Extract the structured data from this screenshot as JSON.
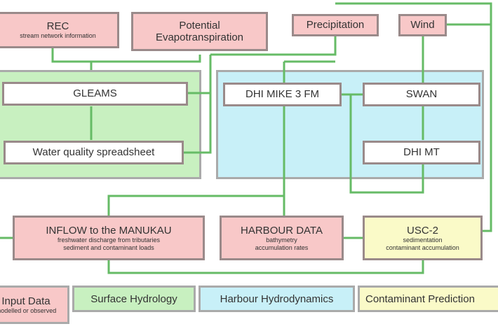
{
  "inputs": {
    "rec": {
      "title": "REC",
      "sub": "stream network information"
    },
    "pet": {
      "title": "Potential",
      "title2": "Evapotranspiration"
    },
    "precip": {
      "title": "Precipitation"
    },
    "wind": {
      "title": "Wind"
    }
  },
  "surface": {
    "gleams": "GLEAMS",
    "wqs": "Water quality spreadsheet"
  },
  "harbour": {
    "mike": "DHI MIKE 3 FM",
    "swan": "SWAN",
    "mt": "DHI MT"
  },
  "bottom": {
    "inflow": {
      "title": "INFLOW to the MANUKAU",
      "sub1": "freshwater discharge from tributaries",
      "sub2": "sediment and contaminant loads"
    },
    "hdata": {
      "title": "HARBOUR DATA",
      "sub1": "bathymetry",
      "sub2": "accumulation rates"
    },
    "usc": {
      "title": "USC-2",
      "sub1": "sedimentation",
      "sub2": "contaminant accumulation"
    }
  },
  "legend": {
    "input": "Input Data",
    "input_sub": "modelled or observed",
    "surface": "Surface Hydrology",
    "harbour": "Harbour Hydrodynamics",
    "contaminant": "Contaminant Prediction"
  },
  "colors": {
    "input": "#f8c8c8",
    "surface": "#c8f0c0",
    "harbour": "#c8f0f8",
    "contaminant": "#fafac8",
    "line": "#66bb66"
  }
}
